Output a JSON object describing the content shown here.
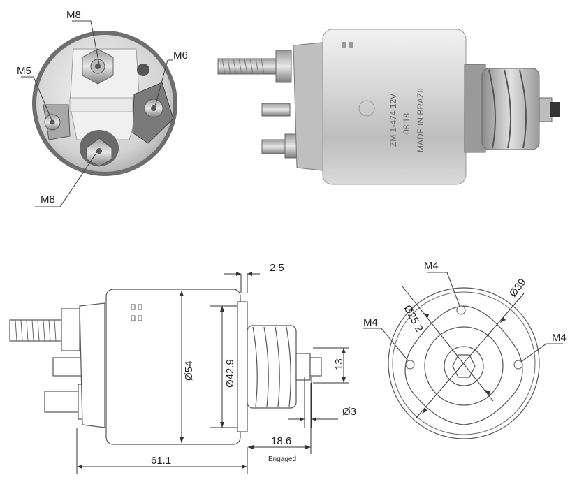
{
  "photo_top": {
    "labels": {
      "m8_top": "M8",
      "m5": "M5",
      "m6": "M6",
      "m8_bottom": "M8"
    },
    "stamp": {
      "line1": "ZM 1-474 12V",
      "line2": "08 18",
      "line3": "MADE IN BRAZIL"
    }
  },
  "side_view": {
    "dim_2_5": "2.5",
    "dim_54": "Ø54",
    "dim_42_9": "Ø42.9",
    "dim_13": "13",
    "dim_3": "Ø3",
    "dim_18_6": "18.6",
    "engaged": "Engaged",
    "dim_61_1": "61.1"
  },
  "end_view": {
    "m4_top": "M4",
    "m4_left": "M4",
    "m4_right": "M4",
    "dia_25_2": "Ø25.2",
    "dia_39": "Ø39"
  },
  "colors": {
    "metal_light": "#e6e6e6",
    "metal_mid": "#c4c4c4",
    "metal_dark": "#8a8a8a",
    "line": "#444444"
  }
}
